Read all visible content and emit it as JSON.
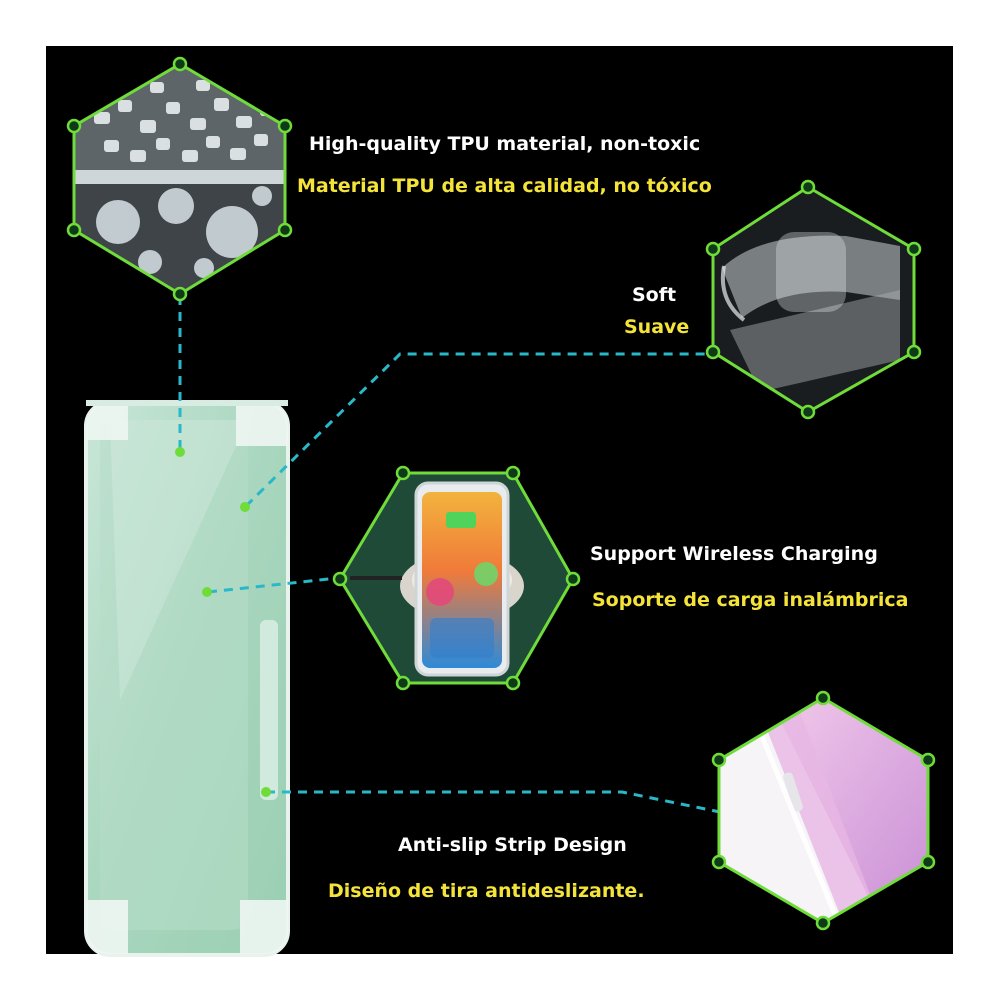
{
  "colors": {
    "background": "#000000",
    "border": "#ffffff",
    "hex_outline": "#6fdc3a",
    "node_fill": "#0f3a17",
    "connector": "#2ab7c8",
    "english_text": "#ffffff",
    "spanish_text": "#f4e43a"
  },
  "features": [
    {
      "en": "High-quality TPU material, non-toxic",
      "es": "Material TPU de alta calidad, no tóxico",
      "image": "tpu-pellets-and-water-droplets"
    },
    {
      "en": "Soft",
      "es": "Suave",
      "image": "bent-flexible-clear-case"
    },
    {
      "en": "Support Wireless Charging",
      "es": "Soporte de carga inalámbrica",
      "image": "phone-on-wireless-charger"
    },
    {
      "en": "Anti-slip Strip Design",
      "es": "Diseño  de tira antideslizante.",
      "image": "pink-phone-side-strip"
    }
  ],
  "product": {
    "image": "clear-phone-case-front"
  }
}
